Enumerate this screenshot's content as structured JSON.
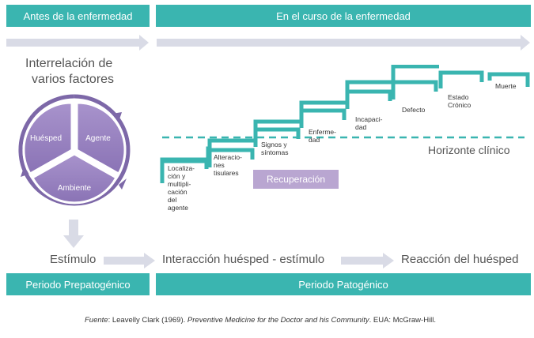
{
  "header": {
    "left_band": "Antes de la enfermedad",
    "right_band": "En el curso de la enfermedad"
  },
  "factors": {
    "title_line1": "Interrelación de",
    "title_line2": "varios factores",
    "segments": [
      "Huésped",
      "Agente",
      "Ambiente"
    ]
  },
  "steps": [
    "Localiza-\nción y\nmultipli-\ncación\ndel\nagente",
    "Alteracio-\nnes\ntisulares",
    "Signos y\nsíntomas",
    "Enferme-\ndad",
    "Incapaci-\ndad",
    "Defecto",
    "Estado\nCrónico",
    "Muerte"
  ],
  "horizon_label": "Horizonte clínico",
  "recovery_label": "Recuperación",
  "flow": {
    "stimulus": "Estímulo",
    "interaction": "Interacción huésped - estímulo",
    "reaction": "Reacción del huésped"
  },
  "footer": {
    "left_band": "Periodo Prepatogénico",
    "right_band": "Periodo Patogénico"
  },
  "source": {
    "prefix": "Fuente",
    "author": ": Leavelly Clark (1969). ",
    "title": "Preventive Medicine for the Doctor and his Community",
    "suffix": ".  EUA: McGraw-Hill."
  },
  "colors": {
    "teal": "#3ab5b0",
    "purple": "#9b86c0",
    "gray_arrow": "#d9dbe6"
  }
}
